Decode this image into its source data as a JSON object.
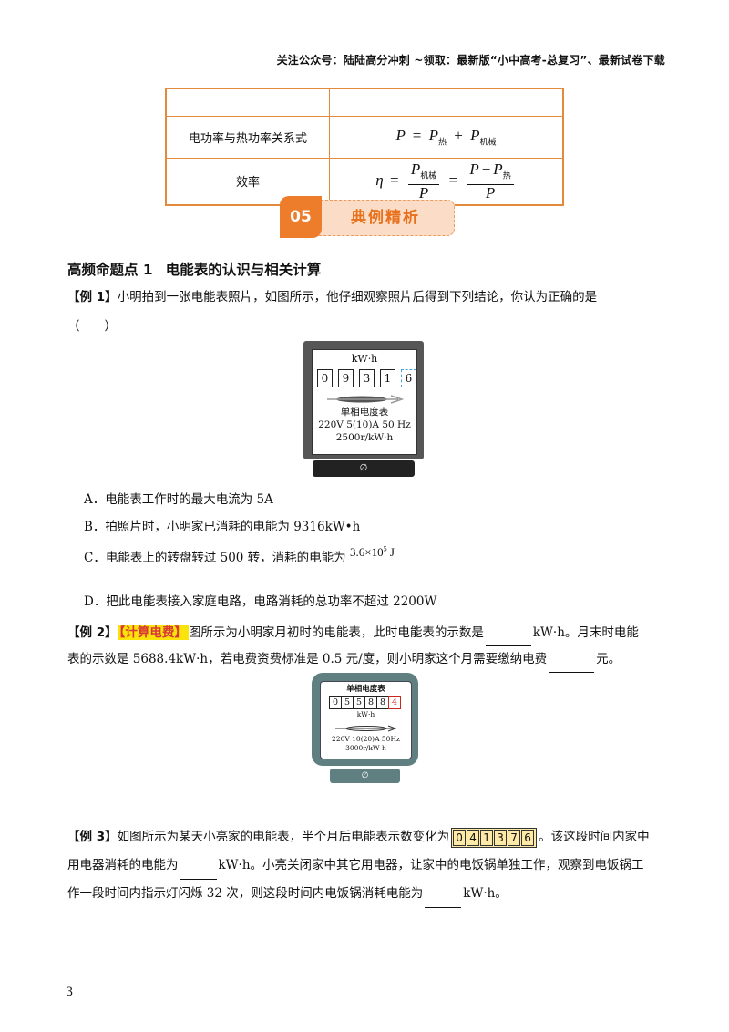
{
  "header": {
    "text": "关注公众号：陆陆高分冲刺 ~领取：最新版“小中高考-总复习”、最新试卷下载"
  },
  "table": {
    "row1": {
      "label": "",
      "formula": ""
    },
    "row2": {
      "label": "电功率与热功率关系式",
      "lhs": "P",
      "eq": "=",
      "t1": "P",
      "t1_sub": "热",
      "plus": "+",
      "t2": "P",
      "t2_sub": "机械"
    },
    "row3": {
      "label": "效率",
      "eta": "η",
      "eq": "=",
      "n1": "P",
      "n1_sub": "机械",
      "d1": "P",
      "eq2": "=",
      "n2a": "P",
      "minus": "−",
      "n2b": "P",
      "n2b_sub": "热",
      "d2": "P"
    }
  },
  "banner": {
    "number": "05",
    "label": "典例精析"
  },
  "section": {
    "prefix": "高频命题点 1",
    "title": "电能表的认识与相关计算"
  },
  "ex1": {
    "tag": "【例 1】",
    "text1": "小明拍到一张电能表照片，如图所示，他仔细观察照片后得到下列结论，你认为正确的是",
    "text2": "（　　）",
    "meter": {
      "unit": "kW·h",
      "digits": [
        "0",
        "9",
        "3",
        "1",
        "6"
      ],
      "line1": "单相电度表",
      "line2": "220V 5(10)A 50 Hz",
      "line3": "2500r/kW·h",
      "base": "∅"
    },
    "options": {
      "A": "A．电能表工作时的最大电流为 5A",
      "B": "B．拍照片时，小明家已消耗的电能为 9316kW•h",
      "C": "C．电能表上的转盘转过 500 转，消耗的电能为",
      "C_val": "3.6×10",
      "C_exp": "5",
      "C_unit": "J",
      "D": "D．把此电能表接入家庭电路，电路消耗的总功率不超过 2200W"
    }
  },
  "ex2": {
    "tag": "【例 2】",
    "hl": "【计算电费】",
    "text1": "图所示为小明家月初时的电能表，此时电能表的示数是",
    "unit1": "kW·h。月末时电能",
    "text2": "表的示数是 5688.4kW·h，若电费资费标准是 0.5 元/度，则小明家这个月需要缴纳电费",
    "unit2": "元。",
    "meter": {
      "title": "单相电度表",
      "digits": [
        "0",
        "5",
        "5",
        "8",
        "8",
        "4"
      ],
      "unit": "kW·h",
      "line2": "220V 10(20)A 50Hz",
      "line3": "3000r/kW·h",
      "base": "∅"
    }
  },
  "ex3": {
    "tag": "【例 3】",
    "text1": "如图所示为某天小亮家的电能表，半个月后电能表示数变化为",
    "reading": [
      "0",
      "4",
      "1",
      "3",
      "7",
      "6"
    ],
    "text1b": "。该这段时间内家中",
    "text2a": "用电器消耗的电能为",
    "text2b": "kW·h。小亮关闭家中其它用电器，让家中的电饭锅单独工作，观察到电饭锅工",
    "text3a": "作一段时间内指示灯闪烁 32 次，则这段时间内电饭锅消耗电能为",
    "text3b": "kW·h。"
  },
  "page_number": "3"
}
